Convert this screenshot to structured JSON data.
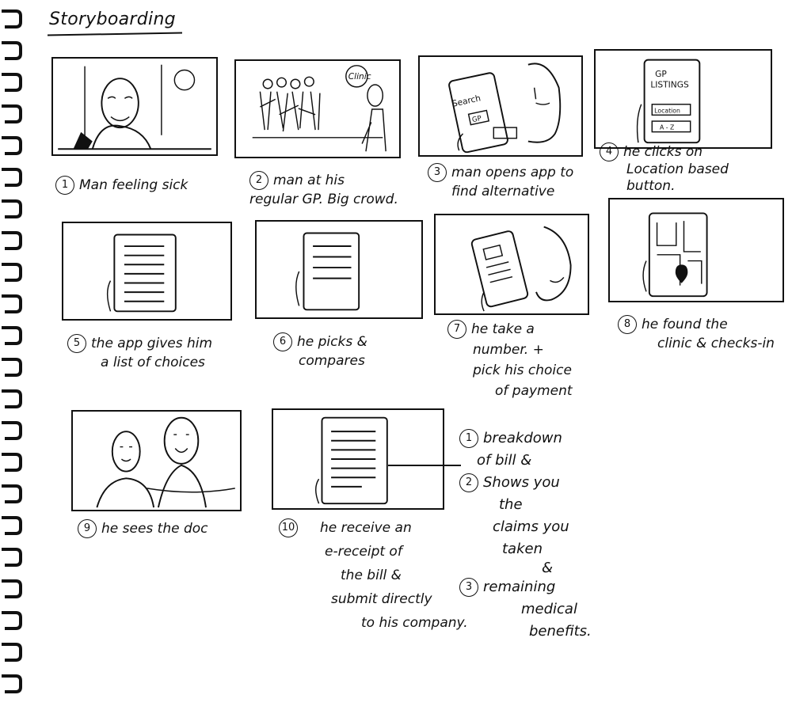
{
  "title": "Storyboarding",
  "frames": [
    {
      "num": "1",
      "lines": [
        "Man feeling sick"
      ]
    },
    {
      "num": "2",
      "lines": [
        "man at his",
        "regular GP. Big crowd."
      ],
      "sign": "Clinic"
    },
    {
      "num": "3",
      "lines": [
        "man opens app to",
        "find alternative"
      ],
      "screen": [
        "Search",
        "GP"
      ]
    },
    {
      "num": "4",
      "lines": [
        "he clicks on",
        "Location based",
        "button."
      ],
      "screen": [
        "GP",
        "LISTINGS",
        "Location",
        "A - Z"
      ]
    },
    {
      "num": "5",
      "lines": [
        "the app gives him",
        "a list of choices"
      ]
    },
    {
      "num": "6",
      "lines": [
        "he picks &",
        "compares"
      ]
    },
    {
      "num": "7",
      "lines": [
        "he take a",
        "number. +",
        "pick his choice",
        "of payment"
      ]
    },
    {
      "num": "8",
      "lines": [
        "he found the",
        "clinic & checks-in"
      ]
    },
    {
      "num": "9",
      "lines": [
        "he sees the doc"
      ]
    },
    {
      "num": "10",
      "lines": [
        "he receive an",
        "e-receipt of",
        "the bill &",
        "submit directly",
        "to his company."
      ]
    }
  ],
  "notes": [
    {
      "num": "1",
      "lines": [
        "breakdown",
        "of bill &"
      ]
    },
    {
      "num": "2",
      "lines": [
        "Shows you",
        "the",
        "claims you",
        "taken"
      ]
    },
    {
      "num": "",
      "lines": [
        "&"
      ]
    },
    {
      "num": "3",
      "lines": [
        "remaining",
        "medical",
        "benefits."
      ]
    }
  ]
}
